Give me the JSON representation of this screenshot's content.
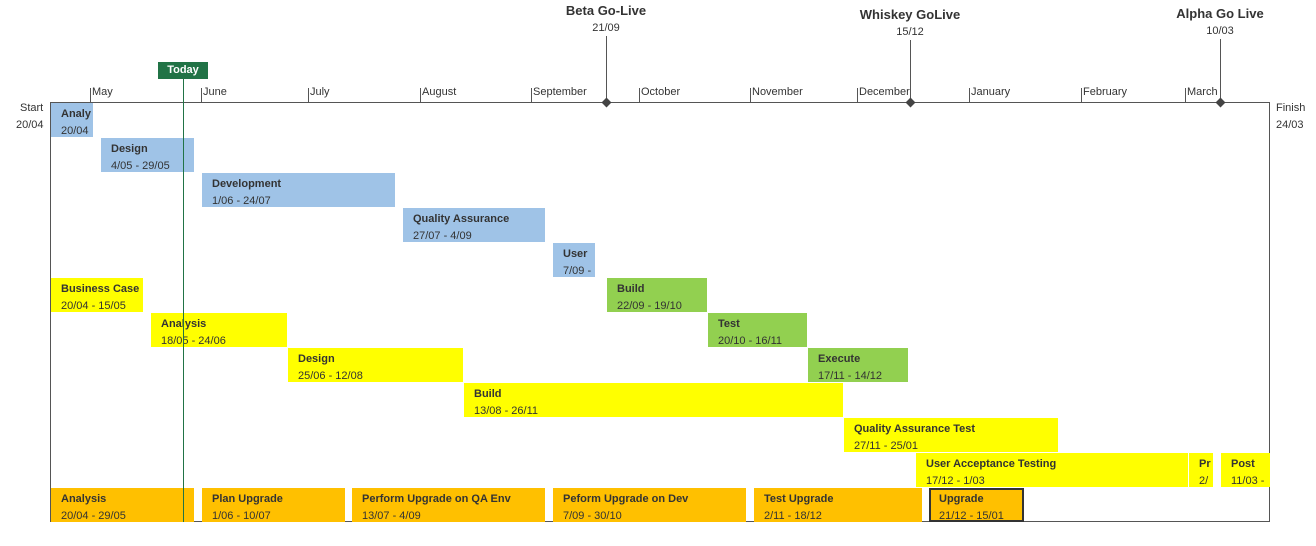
{
  "colors": {
    "blue": "#9fc3e7",
    "green": "#92d050",
    "yellow": "#ffff00",
    "orange": "#ffc000",
    "today": "#217346",
    "axis": "#555555"
  },
  "chart_data": {
    "type": "gantt",
    "start": {
      "label": "Start",
      "date": "20/04"
    },
    "finish": {
      "label": "Finish",
      "date": "24/03"
    },
    "months": [
      "May",
      "June",
      "July",
      "August",
      "September",
      "October",
      "November",
      "December",
      "January",
      "February",
      "March"
    ],
    "today": {
      "label": "Today"
    },
    "milestones": [
      {
        "name": "Beta Go-Live",
        "date": "21/09"
      },
      {
        "name": "Whiskey GoLive",
        "date": "15/12"
      },
      {
        "name": "Alpha Go Live",
        "date": "10/03"
      }
    ],
    "tasks": [
      {
        "name": "Analy",
        "dates": "20/04",
        "color": "#9fc3e7"
      },
      {
        "name": "Design",
        "dates": "4/05 - 29/05",
        "color": "#9fc3e7"
      },
      {
        "name": "Development",
        "dates": "1/06 - 24/07",
        "color": "#9fc3e7"
      },
      {
        "name": "Quality Assurance",
        "dates": "27/07 - 4/09",
        "color": "#9fc3e7"
      },
      {
        "name": "User",
        "dates": "7/09 -",
        "color": "#9fc3e7"
      },
      {
        "name": "Business Case",
        "dates": "20/04 - 15/05",
        "color": "#ffff00"
      },
      {
        "name": "Build",
        "dates": "22/09 - 19/10",
        "color": "#92d050"
      },
      {
        "name": "Analysis",
        "dates": "18/05 - 24/06",
        "color": "#ffff00"
      },
      {
        "name": "Test",
        "dates": "20/10 - 16/11",
        "color": "#92d050"
      },
      {
        "name": "Design",
        "dates": "25/06 - 12/08",
        "color": "#ffff00"
      },
      {
        "name": "Execute",
        "dates": "17/11 - 14/12",
        "color": "#92d050"
      },
      {
        "name": "Build",
        "dates": "13/08 - 26/11",
        "color": "#ffff00"
      },
      {
        "name": "Quality Assurance Test",
        "dates": "27/11 - 25/01",
        "color": "#ffff00"
      },
      {
        "name": "User Acceptance Testing",
        "dates": "17/12 - 1/03",
        "color": "#ffff00"
      },
      {
        "name": "Pr",
        "dates": "2/",
        "color": "#ffff00"
      },
      {
        "name": "Post",
        "dates": "11/03 -",
        "color": "#ffff00"
      },
      {
        "name": "Analysis",
        "dates": "20/04 - 29/05",
        "color": "#ffc000"
      },
      {
        "name": "Plan Upgrade",
        "dates": "1/06 - 10/07",
        "color": "#ffc000"
      },
      {
        "name": "Perform Upgrade on QA Env",
        "dates": "13/07 - 4/09",
        "color": "#ffc000"
      },
      {
        "name": "Peform Upgrade on Dev",
        "dates": "7/09 - 30/10",
        "color": "#ffc000"
      },
      {
        "name": "Test Upgrade",
        "dates": "2/11 - 18/12",
        "color": "#ffc000"
      },
      {
        "name": "Upgrade",
        "dates": "21/12 - 15/01",
        "color": "#ffc000",
        "selected": true
      }
    ]
  }
}
